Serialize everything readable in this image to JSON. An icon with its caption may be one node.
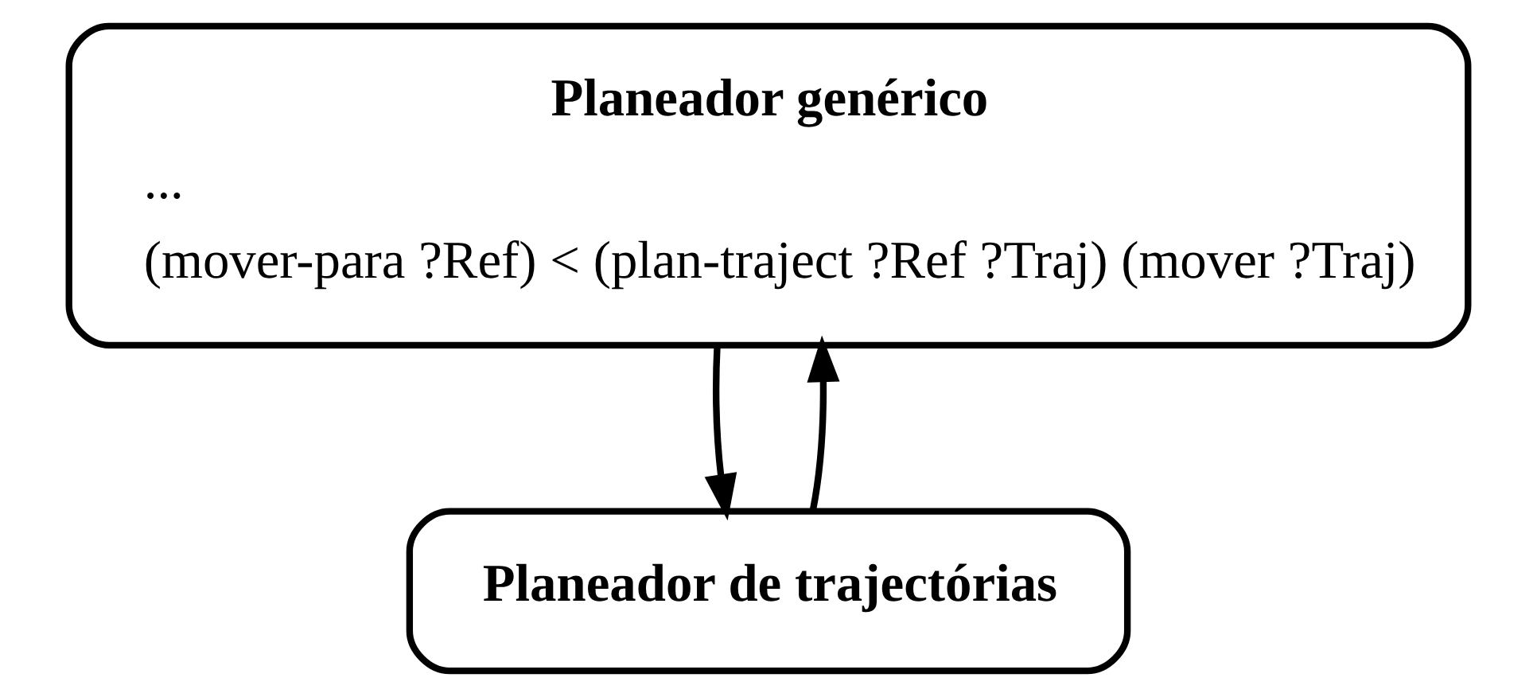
{
  "diagram": {
    "nodes": [
      {
        "text": [
          "Planeador genérico",
          "...",
          "(mover-para ?Ref) < (plan-traject ?Ref ?Traj) (mover ?Traj)"
        ]
      },
      {
        "text": [
          "Planeador de trajectórias"
        ]
      }
    ],
    "edges": [
      {
        "from": 0,
        "to": 1,
        "arrow": "to"
      },
      {
        "from": 1,
        "to": 0,
        "arrow": "to"
      }
    ]
  }
}
